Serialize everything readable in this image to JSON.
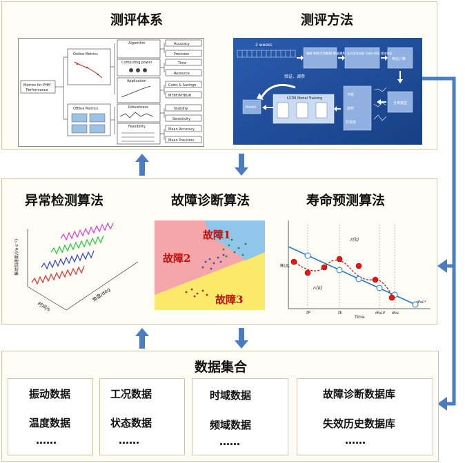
{
  "top_left": {
    "title": "测评体系",
    "root": "Metrics for PHM Performance",
    "online": "Online Metrics",
    "offline": "Offline Metrics",
    "groups": [
      "Algorithm",
      "Computing power",
      "Application",
      "Robustness",
      "Feasibility"
    ],
    "metrics": [
      "Accuracy",
      "Precision",
      "Time",
      "Resource",
      "Costs & Savings",
      "MTBF/MTBUR",
      "Stability",
      "Sensitivity",
      "Mean Accuracy",
      "Mean Precision"
    ]
  },
  "top_right": {
    "title": "测评方法",
    "weeks": "2 weeks",
    "step1": "抽样 剔除无效数据 数据重构",
    "step2": "多尺度滑动窗 口统计特征 频域特征",
    "step3": "特征计算",
    "step4": "分类模型",
    "step5": "LSTM Model Training",
    "model": "Model",
    "verify": "验证、调参",
    "feat1": "平稳",
    "feat2": "趋势",
    "feat3": "异常度"
  },
  "middle": {
    "algo1": "异常检测算法",
    "algo2": "故障诊断算法",
    "algo3": "寿命预测算法",
    "fault1": "故障1",
    "fault2": "故障2",
    "fault3": "故障3",
    "wf_zlabel": "振动加速度/(m·s⁻²)",
    "wf_xlabel": "时间/s",
    "wf_ylabel": "角度/deg",
    "rul_ylabel": "RUL",
    "rul_xlabel": "Time",
    "rul_r": "r(k)",
    "rul_ri": "rᵢ(k)",
    "rul_tp": "tP",
    "rul_tk": "tk",
    "rul_tlp": "tEoLP",
    "rul_teol": "tEoL",
    "rul_teolstar": "tEoL*"
  },
  "bottom": {
    "title": "数据集合",
    "col1": [
      "振动数据",
      "温度数据",
      "……"
    ],
    "col2": [
      "工况数据",
      "状态数据",
      "……"
    ],
    "col3": [
      "时域数据",
      "频域数据",
      "……"
    ],
    "col4": [
      "故障诊断数据库",
      "失效历史数据库",
      "……"
    ]
  },
  "colors": {
    "arrow": "#4a7dbf",
    "panel_border": "#c9c7a8",
    "flow_bg": "#1e4f9c"
  }
}
